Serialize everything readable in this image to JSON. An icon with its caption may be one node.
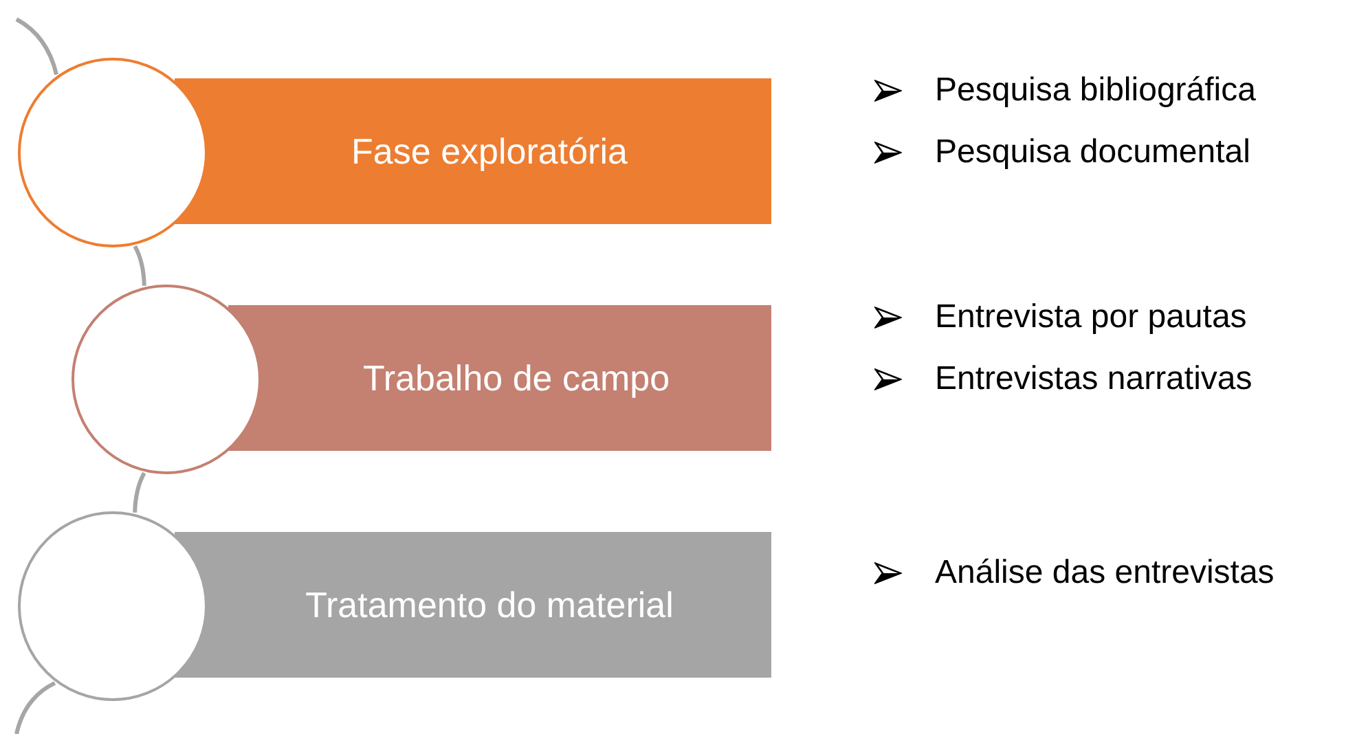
{
  "diagram": {
    "nodes": [
      {
        "text": [],
        "shape": "circle"
      },
      {
        "text": [
          "Fase exploratória"
        ],
        "beside": [
          "Pesquisa bibliográfica",
          "Pesquisa documental"
        ]
      },
      {
        "text": [],
        "shape": "circle"
      },
      {
        "text": [
          "Trabalho de campo"
        ],
        "beside": [
          "Entrevista por pautas",
          "Entrevistas narrativas"
        ]
      },
      {
        "text": [],
        "shape": "circle"
      },
      {
        "text": [
          "Tratamento do material"
        ]
      }
    ],
    "labels": [
      "Análise das entrevistas"
    ],
    "edges": [
      {
        "from": null,
        "to": 0,
        "arrow": "none"
      },
      {
        "from": 0,
        "to": 2,
        "arrow": "none"
      },
      {
        "from": 2,
        "to": 4,
        "arrow": "none"
      },
      {
        "from": 4,
        "to": null,
        "arrow": "none"
      }
    ]
  }
}
